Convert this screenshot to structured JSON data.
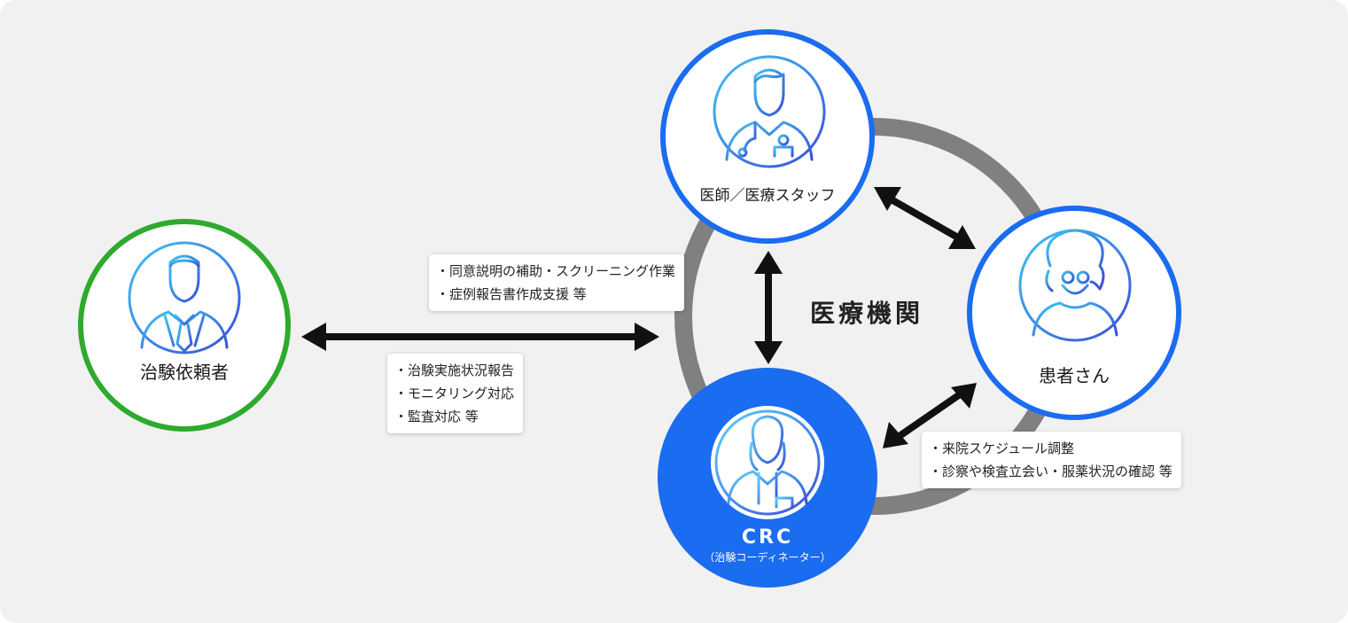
{
  "center": {
    "label": "医療機関"
  },
  "nodes": {
    "sponsor": {
      "label": "治験依頼者",
      "icon": "businessman-icon"
    },
    "doctor": {
      "label": "医師／医療スタッフ",
      "icon": "doctor-icon"
    },
    "patient": {
      "label": "患者さん",
      "icon": "elderly-woman-icon"
    },
    "crc": {
      "title": "CRC",
      "subtitle": "（治験コーディネーター）",
      "icon": "nurse-icon"
    }
  },
  "callouts": {
    "doctor_crc": [
      "同意説明の補助・スクリーニング作業",
      "症例報告書作成支援 等"
    ],
    "sponsor_crc": [
      "治験実施状況報告",
      "モニタリング対応",
      "監査対応 等"
    ],
    "patient_crc": [
      "来院スケジュール調整",
      "診察や検査立会い・服薬状況の確認 等"
    ]
  },
  "colors": {
    "background": "#f1f1f1",
    "sponsor_ring": "#2eaa2e",
    "hospital_ring": "#1a6cf0",
    "crc_fill": "#1a6cf0",
    "orbit": "#808080",
    "icon_gradient_start": "#3ec3f0",
    "icon_gradient_end": "#3a4fd8",
    "arrow": "#111111"
  }
}
